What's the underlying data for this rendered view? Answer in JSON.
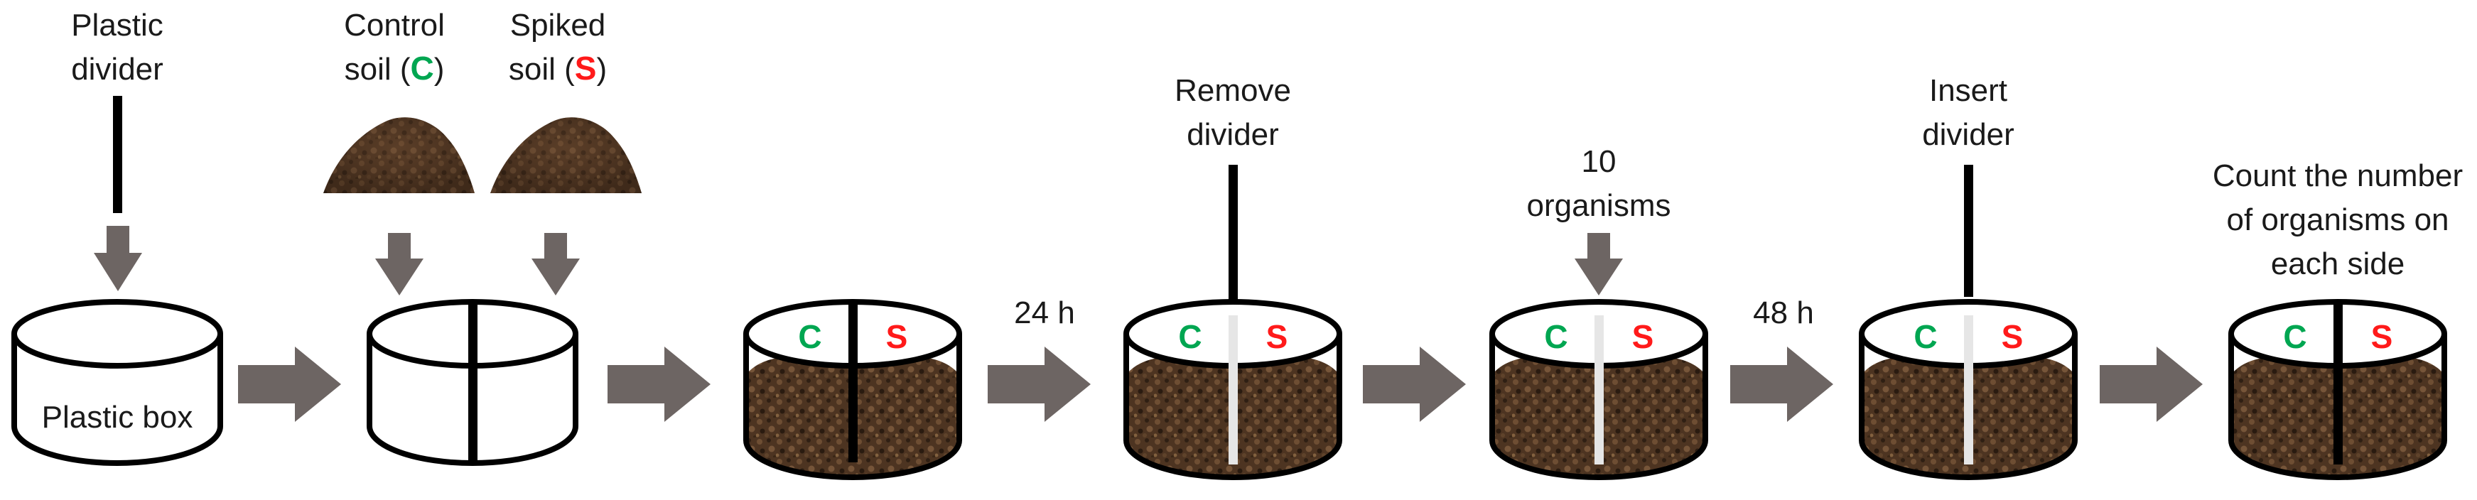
{
  "colors": {
    "control": "#00a651",
    "spiked": "#ff1a1a",
    "arrow": "#6d6563",
    "outline": "#000000",
    "soil_dark": "#3b2818",
    "soil_mid": "#5a3d26",
    "soil_light": "#7a5a3e",
    "divider_removed": "#e6e6e6"
  },
  "labels": {
    "plastic_divider": [
      "Plastic",
      "divider"
    ],
    "control_soil": {
      "line1": "Control",
      "line2_prefix": "soil (",
      "letter": "C",
      "line2_suffix": ")"
    },
    "spiked_soil": {
      "line1": "Spiked",
      "line2_prefix": "soil (",
      "letter": "S",
      "line2_suffix": ")"
    },
    "plastic_box": "Plastic box",
    "remove_divider": [
      "Remove",
      "divider"
    ],
    "organisms": [
      "10",
      "organisms"
    ],
    "insert_divider": [
      "Insert",
      "divider"
    ],
    "count": [
      "Count the number",
      "of organisms on",
      "each side"
    ],
    "time_24h": "24 h",
    "time_48h": "48 h",
    "control_letter": "C",
    "spiked_letter": "S"
  },
  "icons": {
    "soil_pile": "soil-pile-icon",
    "down_arrow": "down-arrow-icon",
    "right_arrow": "right-arrow-icon"
  }
}
